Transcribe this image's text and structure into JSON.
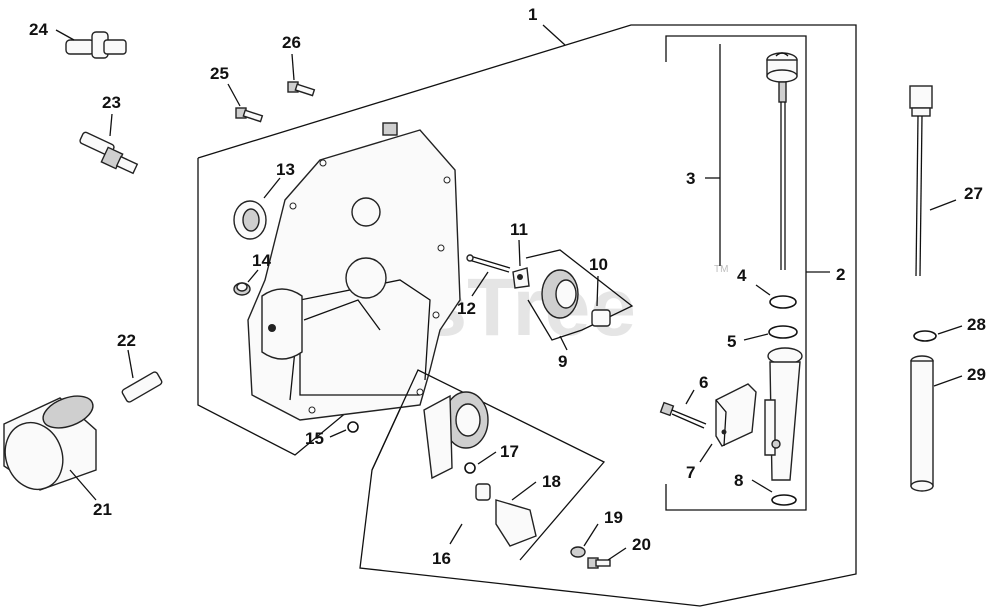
{
  "watermark": {
    "text": "PartsTree",
    "tm": "TM"
  },
  "callouts": {
    "c1": "1",
    "c2": "2",
    "c3": "3",
    "c4": "4",
    "c5": "5",
    "c6": "6",
    "c7": "7",
    "c8": "8",
    "c9": "9",
    "c10": "10",
    "c11": "11",
    "c12": "12",
    "c13": "13",
    "c14": "14",
    "c15": "15",
    "c16": "16",
    "c17": "17",
    "c18": "18",
    "c19": "19",
    "c20": "20",
    "c21": "21",
    "c22": "22",
    "c23": "23",
    "c24": "24",
    "c25": "25",
    "c26": "26",
    "c27": "27",
    "c28": "28",
    "c29": "29"
  }
}
